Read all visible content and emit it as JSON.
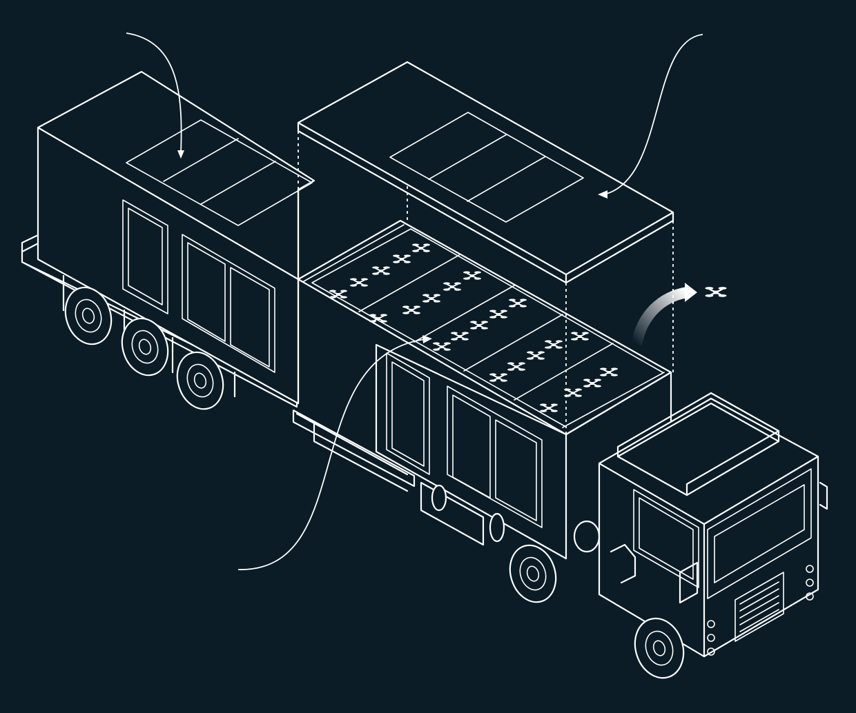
{
  "diagram": {
    "colors": {
      "background": "#0b1c26",
      "line": "#ffffff"
    },
    "parts": {
      "rear_module": "rear-container-with-solar-panels",
      "lifted_roof": "exploded-roof-with-solar-panels",
      "drone_bay": "open-drone-storage-bay",
      "truck_cab": "truck-cab",
      "launch_arrow": "drone-launch-arrow",
      "drone": "quadcopter-drone-icon"
    },
    "rear_solar_panel_count": 3,
    "roof_solar_panel_count": 3,
    "drone_tray_count": 6
  }
}
